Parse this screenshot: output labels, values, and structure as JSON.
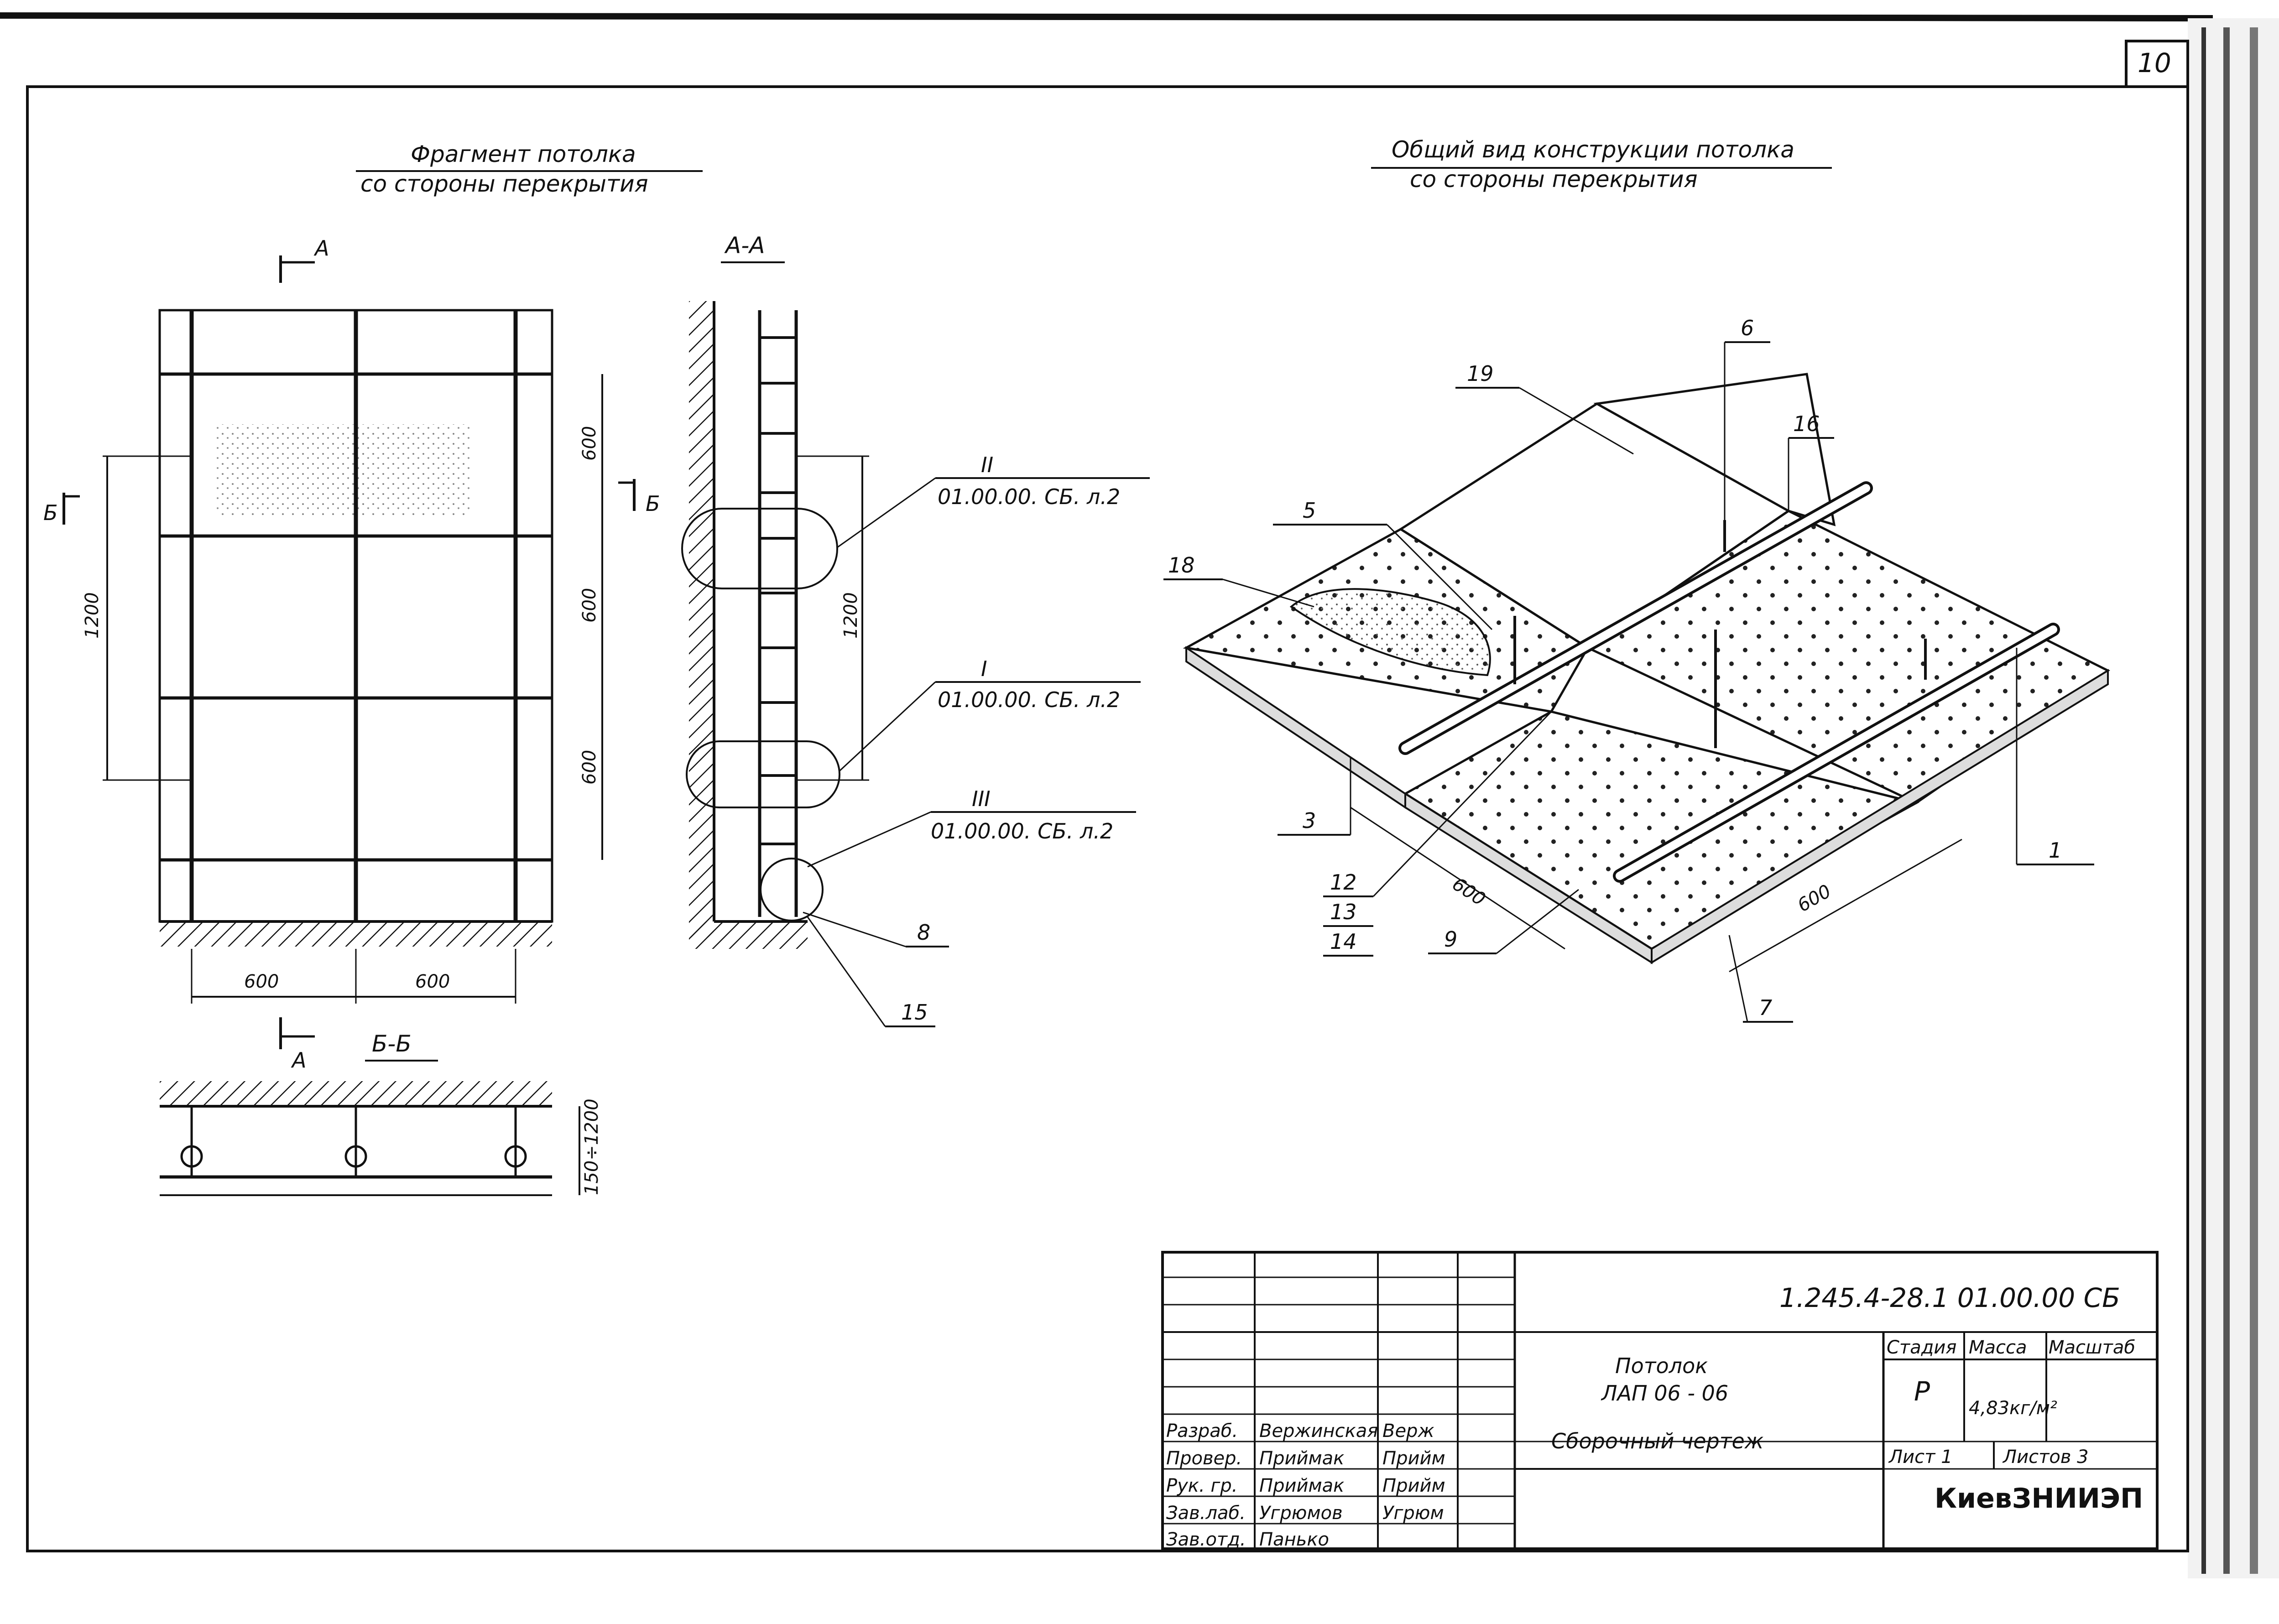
{
  "sheet": {
    "number": "10"
  },
  "left_view": {
    "title_line1": "Фрагмент потолка",
    "title_line2": "со стороны перекрытия",
    "section_marker_a": "А",
    "section_marker_b": "Б",
    "dim_600_a": "600",
    "dim_600_b": "600",
    "dim_600_c": "600",
    "dim_1200": "1200",
    "dim_bottom_600_a": "600",
    "dim_bottom_600_b": "600"
  },
  "section_aa": {
    "title": "А-А",
    "dim_1200": "1200",
    "callouts": [
      {
        "numeral": "II",
        "ref": "01.00.00. СБ. л.2"
      },
      {
        "numeral": "I",
        "ref": "01.00.00. СБ. л.2"
      },
      {
        "numeral": "III",
        "ref": "01.00.00. СБ. л.2"
      }
    ],
    "pos_8": "8",
    "pos_15": "15"
  },
  "section_bb": {
    "title": "Б-Б",
    "marker_a": "А",
    "dim_height": "150÷1200"
  },
  "isometric": {
    "title_line1": "Общий вид конструкции потолка",
    "title_line2": "со стороны перекрытия",
    "positions": [
      "6",
      "19",
      "16",
      "5",
      "18",
      "3",
      "12",
      "13",
      "14",
      "9",
      "7",
      "1"
    ],
    "dim_600_a": "600",
    "dim_600_b": "600"
  },
  "title_block": {
    "doc_code": "1.245.4-28.1   01.00.00 СБ",
    "name_line1": "Потолок",
    "name_line2": "ЛАП 06 - 06",
    "doc_type": "Сборочный чертеж",
    "stage_label": "Стадия",
    "mass_label": "Масса",
    "scale_label": "Масштаб",
    "stage_value": "Р",
    "mass_value": "4,83кг/м²",
    "sheet_label": "Лист 1",
    "sheets_label": "Листов 3",
    "org": "КиевЗНИИЭП",
    "rows": [
      {
        "role": "Разраб.",
        "name": "Вержинская",
        "sign": "Верж"
      },
      {
        "role": "Провер.",
        "name": "Приймак",
        "sign": "Прийм"
      },
      {
        "role": "Рук. гр.",
        "name": "Приймак",
        "sign": "Прийм"
      },
      {
        "role": "Зав.лаб.",
        "name": "Угрюмов",
        "sign": "Угрюм"
      },
      {
        "role": "Зав.отд.",
        "name": "Панько",
        "sign": ""
      }
    ]
  }
}
